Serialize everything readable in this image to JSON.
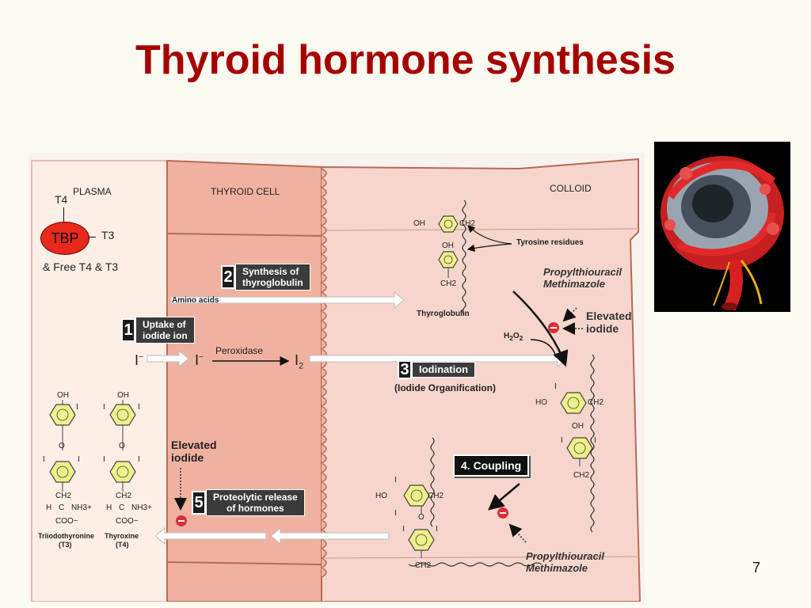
{
  "slide": {
    "title": "Thyroid hormone synthesis",
    "page_number": "7"
  },
  "regions": {
    "plasma": "PLASMA",
    "cell": "THYROID CELL",
    "colloid": "COLLOID"
  },
  "binding": {
    "t4": "T4",
    "t3": "T3",
    "tbp": "TBP",
    "free": "& Free T4 & T3"
  },
  "steps": [
    {
      "num": "1",
      "line1": "Uptake of",
      "line2": "iodide ion"
    },
    {
      "num": "2",
      "line1": "Synthesis of",
      "line2": "thyroglobulin"
    },
    {
      "num": "3",
      "line1": "Iodination",
      "line2": ""
    },
    {
      "num": "4",
      "line1": "4. Coupling",
      "line2": ""
    },
    {
      "num": "5",
      "line1": "Proteolytic release",
      "line2": "of hormones"
    }
  ],
  "labels": {
    "amino_acids": "Amino acids",
    "peroxidase": "Peroxidase",
    "iodide_plasma": "I",
    "iodide_cell": "I",
    "iodide_minus": "−",
    "iodine": "I",
    "iodine_sub": "2",
    "tyrosine_residues": "Tyrosine residues",
    "thyroglobulin": "Thyroglobulin",
    "h2o2": "H",
    "h2o2_sub1": "2",
    "h2o2_o": "O",
    "h2o2_sub2": "2",
    "iodide_organification": "(Iodide Organification)",
    "elevated_iodide_cell_1": "Elevated",
    "elevated_iodide_cell_2": "iodide",
    "elevated_iodide_colloid_1": "Elevated",
    "elevated_iodide_colloid_2": "iodide",
    "drugs_top_1": "Propylthiouracil",
    "drugs_top_2": "Methimazole",
    "drugs_bottom_1": "Propylthiouracil",
    "drugs_bottom_2": "Methimazole",
    "triiodothyronine": "Triiodothyronine",
    "t3_abbr": "(T3)",
    "thyroxine": "Thyroxine",
    "t4_abbr": "(T4)"
  },
  "chem": {
    "oh": "OH",
    "ho": "HO",
    "ch2": "CH2",
    "o": "O",
    "i": "I",
    "h": "H",
    "c": "C",
    "nh3": "NH3+",
    "coo": "COO−"
  },
  "colors": {
    "title": "#a40000",
    "cell": "#f0b2a0",
    "colloid": "#f6d6cc",
    "plasma": "#fdeee6",
    "ring": "#eef08a",
    "inhibitor": "#d8303a",
    "tbp": "#e8291c"
  },
  "icons": {
    "inhibitor": "minus-circle-icon",
    "arrow": "arrow-right-icon"
  }
}
